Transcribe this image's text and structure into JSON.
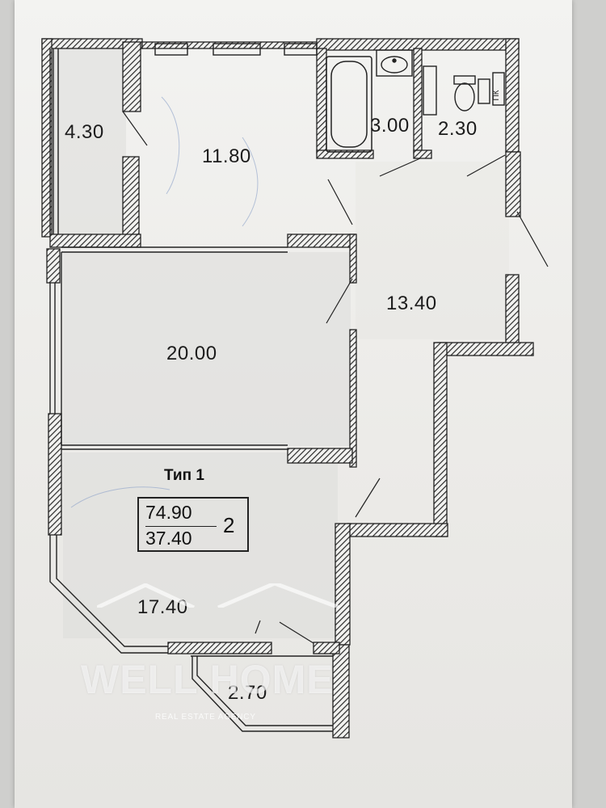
{
  "plan": {
    "rooms": [
      {
        "id": "balcony-top",
        "area": "4.30"
      },
      {
        "id": "kitchen",
        "area": "11.80"
      },
      {
        "id": "bathroom",
        "area": "3.00"
      },
      {
        "id": "toilet",
        "area": "2.30"
      },
      {
        "id": "hallway",
        "area": "13.40"
      },
      {
        "id": "living-room",
        "area": "20.00"
      },
      {
        "id": "bedroom",
        "area": "17.40"
      },
      {
        "id": "balcony-bottom",
        "area": "2.70"
      }
    ],
    "fixture_label": "ПК"
  },
  "summary": {
    "type_label": "Тип 1",
    "total_area": "74.90",
    "living_area": "37.40",
    "rooms_count": "2"
  },
  "watermark": {
    "brand": "WELL HOME",
    "tagline": "REAL ESTATE AGENCY"
  }
}
